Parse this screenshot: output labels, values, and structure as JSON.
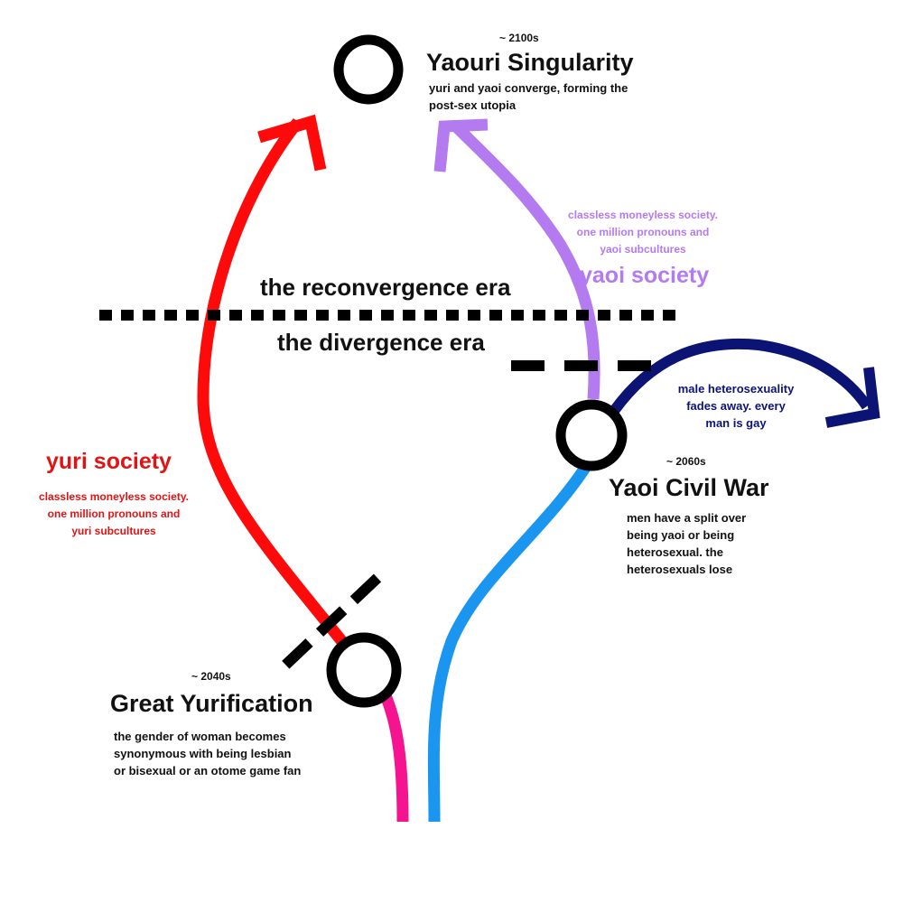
{
  "colors": {
    "red": "#ff0a0a",
    "pink": "#f5138f",
    "blue": "#1a96f0",
    "purple": "#b47af0",
    "navy": "#0b1474",
    "black": "#000000"
  },
  "events": {
    "singularity": {
      "date": "~ 2100s",
      "title": "Yaouri Singularity",
      "desc": [
        "yuri and yaoi converge, forming the",
        "post-sex utopia"
      ]
    },
    "civil_war": {
      "date": "~ 2060s",
      "title": "Yaoi Civil War",
      "desc": [
        "men have a split over",
        "being yaoi or being",
        "heterosexual. the",
        "heterosexuals lose"
      ]
    },
    "yurification": {
      "date": "~ 2040s",
      "title": "Great Yurification",
      "desc": [
        "the gender of woman becomes",
        "synonymous with being lesbian",
        "or bisexual or an otome game fan"
      ]
    }
  },
  "eras": {
    "upper": "the reconvergence era",
    "lower": "the divergence era"
  },
  "societies": {
    "yaoi": {
      "label": "yaoi society",
      "desc": [
        "classless moneyless society.",
        "one million pronouns and",
        "yaoi subcultures"
      ]
    },
    "yuri": {
      "label": "yuri society",
      "desc": [
        "classless moneyless society.",
        "one million pronouns and",
        "yuri subcultures"
      ]
    }
  },
  "hetero_branch": {
    "desc": [
      "male heterosexuality",
      "fades away. every",
      "man is gay"
    ]
  }
}
